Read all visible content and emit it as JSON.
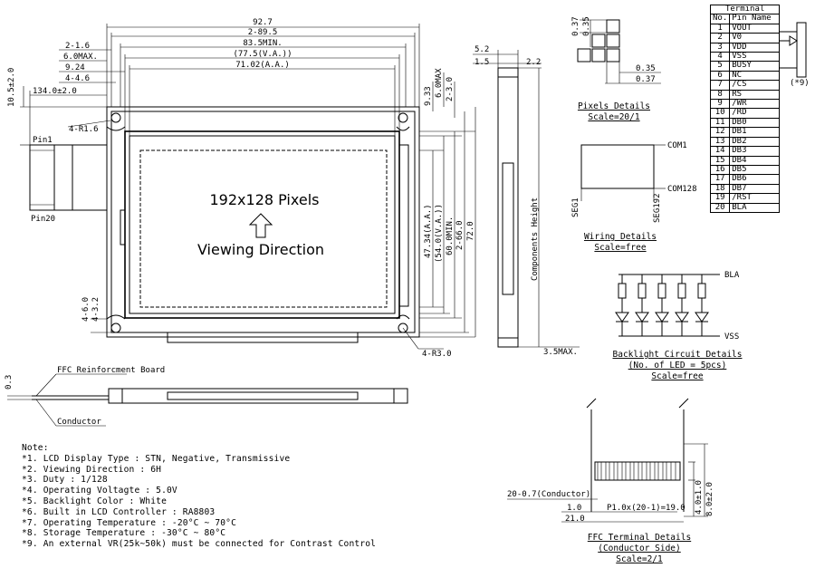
{
  "front_view": {
    "dims_top": [
      "92.7",
      "2-89.5",
      "83.5MIN.",
      "(77.5(V.A.))",
      "71.02(A.A.)"
    ],
    "dims_left_top": [
      "2-1.6",
      "6.0MAX.",
      "9.24",
      "4-4.6",
      "134.0±2.0"
    ],
    "dim_10_5": "10.5±2.0",
    "dim_r16": "4-R1.6",
    "pin1": "Pin1",
    "pin20": "Pin20",
    "dims_right_top": [
      "9.33",
      "6.0MAX",
      "2-3.0"
    ],
    "dims_right_vertical": [
      "47.34(A.A.)",
      "(54.0(V.A.))",
      "60.0MIN.",
      "2-66.0",
      "72.0"
    ],
    "dims_left_bottom": [
      "4-6.0",
      "4-3.2"
    ],
    "dim_r30": "4-R3.0",
    "pixels_label": "192x128 Pixels",
    "viewing_label": "Viewing Direction"
  },
  "side_view": {
    "dim_5_2": "5.2",
    "dim_1_5": "1.5",
    "dim_2_2": "2.2",
    "components_height": "Components Height",
    "dim_3_5": "3.5MAX."
  },
  "pixels_details": {
    "dims": [
      "0.37",
      "0.35",
      "0.35",
      "0.37"
    ],
    "title": "Pixels Details",
    "scale": "Scale=20/1"
  },
  "wiring_details": {
    "com1": "COM1",
    "com128": "COM128",
    "seg1": "SEG1",
    "seg192": "SEG192",
    "title": "Wiring Details",
    "scale": "Scale=free"
  },
  "terminal": {
    "title": "Terminal",
    "col_no": "No.",
    "col_name": "Pin Name",
    "rows": [
      [
        "1",
        "VOUT"
      ],
      [
        "2",
        "V0"
      ],
      [
        "3",
        "VDD"
      ],
      [
        "4",
        "VSS"
      ],
      [
        "5",
        "BUSY"
      ],
      [
        "6",
        "NC"
      ],
      [
        "7",
        "/CS"
      ],
      [
        "8",
        "RS"
      ],
      [
        "9",
        "/WR"
      ],
      [
        "10",
        "/RD"
      ],
      [
        "11",
        "DB0"
      ],
      [
        "12",
        "DB1"
      ],
      [
        "13",
        "DB2"
      ],
      [
        "14",
        "DB3"
      ],
      [
        "15",
        "DB4"
      ],
      [
        "16",
        "DB5"
      ],
      [
        "17",
        "DB6"
      ],
      [
        "18",
        "DB7"
      ],
      [
        "19",
        "/RST"
      ],
      [
        "20",
        "BLA"
      ]
    ],
    "vr_note": "(*9)"
  },
  "backlight": {
    "bla": "BLA",
    "vss": "VSS",
    "title": "Backlight Circuit Details",
    "subtitle": "(No. of LED = 5pcs)",
    "scale": "Scale=free"
  },
  "ffc_side": {
    "board": "FFC Reinforcment Board",
    "conductor": "Conductor",
    "dim_0_3": "0.3"
  },
  "ffc_terminal": {
    "dim_conductor": "20-0.7(Conductor)",
    "dim_1_0": "1.0",
    "dim_pitch": "P1.0x(20-1)=19.0",
    "dim_21": "21.0",
    "dim_4": "4.0±1.0",
    "dim_8": "8.0±2.0",
    "title": "FFC Terminal Details",
    "subtitle": "(Conductor Side)",
    "scale": "Scale=2/1"
  },
  "notes": {
    "heading": "Note:",
    "lines": [
      "*1. LCD Display Type : STN, Negative, Transmissive",
      "*2. Viewing Direction : 6H",
      "*3. Duty : 1/128",
      "*4. Operating Voltagte : 5.0V",
      "*5. Backlight Color : White",
      "*6. Built in LCD Controller : RA8803",
      "*7. Operating Temperature : -20°C ~ 70°C",
      "*8. Storage Temperature : -30°C ~ 80°C",
      "*9. An external VR(25k~50k) must be connected for Contrast Control"
    ]
  }
}
